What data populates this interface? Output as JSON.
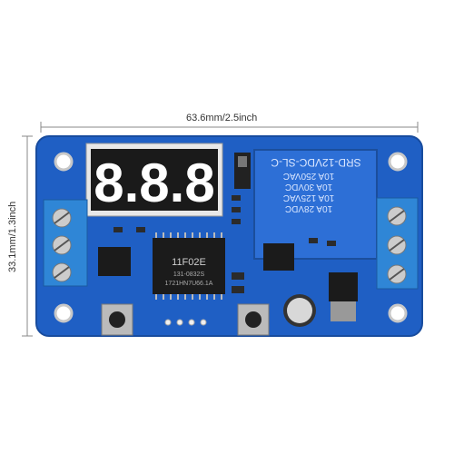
{
  "dimensions": {
    "width_label": "63.6mm/2.5inch",
    "height_label": "33.1mm/1.3inch"
  },
  "relay": {
    "model": "SRD-12VDC-SL-C",
    "ratings": [
      "10A 250VAC",
      "10A 30VDC",
      "10A 125VAC",
      "10A 28VDC"
    ]
  },
  "chip": {
    "line1": "11F02E",
    "line2": "131-0832S",
    "line3": "1721HN7U66.1A"
  },
  "display": {
    "digits": "8.8.8"
  },
  "colors": {
    "pcb": "#1f5fc4",
    "relay": "#2d6fd6",
    "terminal": "#2f86d6",
    "display_text": "#ffffff"
  }
}
